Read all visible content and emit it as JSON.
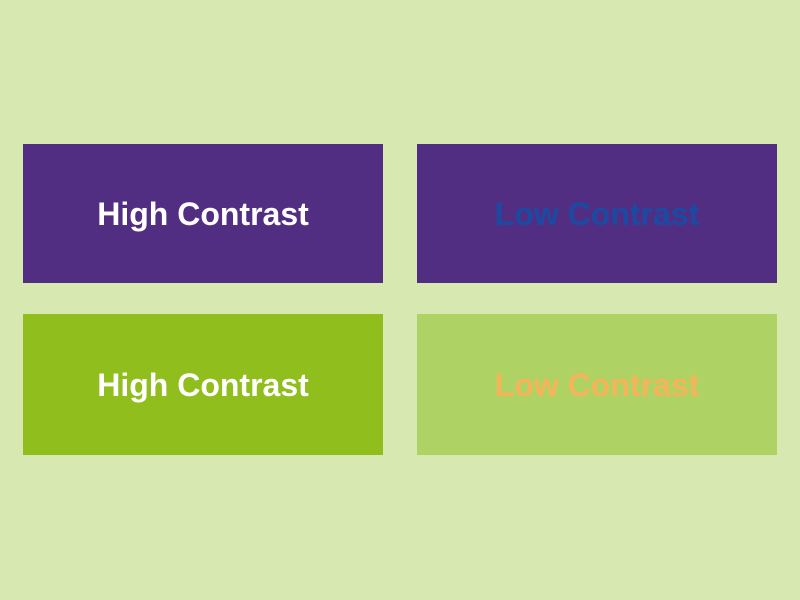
{
  "page": {
    "background": "#d7e8b0"
  },
  "tiles": [
    {
      "id": "high-contrast-on-purple",
      "label": "High Contrast",
      "bg": "#522e82",
      "fg": "#ffffff"
    },
    {
      "id": "low-contrast-on-purple",
      "label": "Low Contrast",
      "bg": "#522e82",
      "fg": "#1b4aa2"
    },
    {
      "id": "high-contrast-on-green",
      "label": "High Contrast",
      "bg": "#8fbe1d",
      "fg": "#ffffff"
    },
    {
      "id": "low-contrast-on-green",
      "label": "Low Contrast",
      "bg": "#aed264",
      "fg": "#f6b45a"
    }
  ]
}
